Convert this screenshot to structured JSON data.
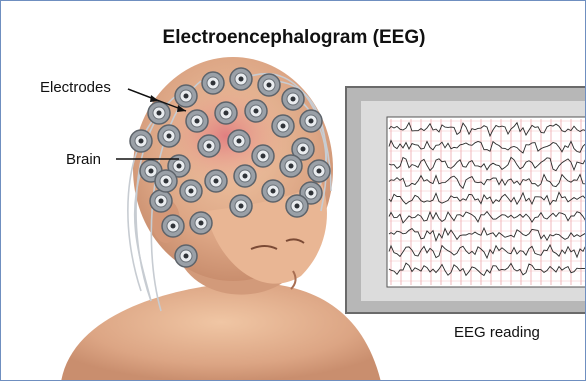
{
  "diagram": {
    "title": "Electroencephalogram (EEG)",
    "labels": {
      "electrodes": "Electrodes",
      "brain": "Brain",
      "reading": "EEG reading"
    }
  },
  "colors": {
    "frame_border": "#6f8fc0",
    "skin": "#e8b896",
    "brain_tint": "#d9707a",
    "electrode": "#8a8f96",
    "monitor_bezel": "#b9b9b9",
    "grid_line": "#e06a70",
    "trace": "#2a2a2a"
  },
  "eeg_channels": 9
}
